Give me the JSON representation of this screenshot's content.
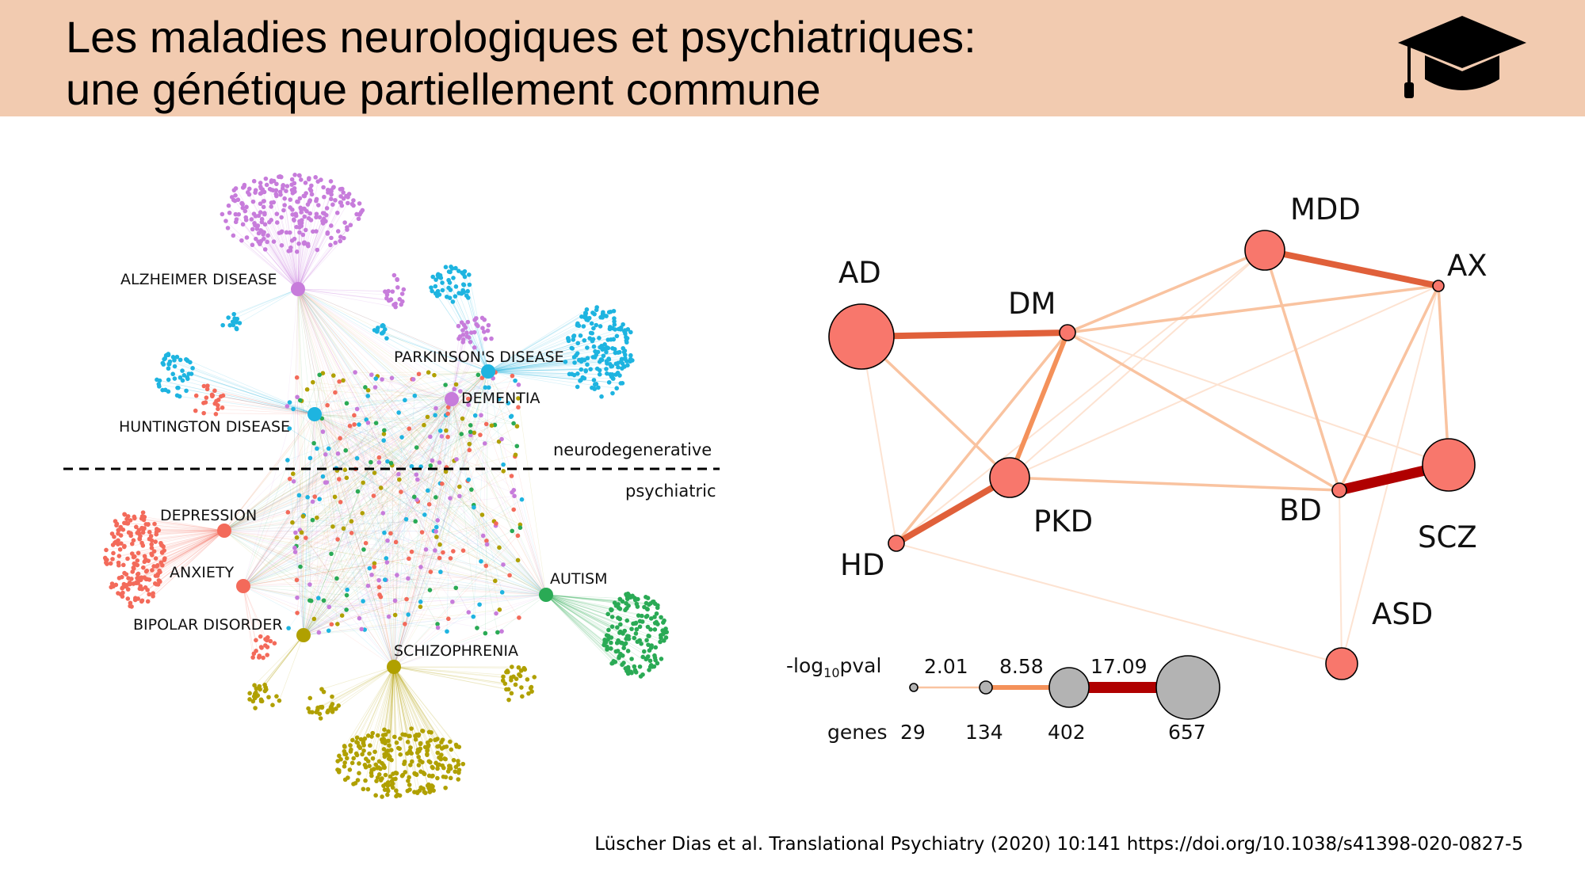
{
  "header": {
    "title_line1": "Les maladies neurologiques et psychiatriques:",
    "title_line2": "une génétique partiellement commune",
    "icon": "graduation-cap-icon",
    "background": "#f2cbb0"
  },
  "left_network": {
    "nodes": [
      {
        "label": "ALZHEIMER DISEASE",
        "color": "#c77cdb"
      },
      {
        "label": "PARKINSON'S DISEASE",
        "color": "#1eb4e0"
      },
      {
        "label": "DEMENTIA",
        "color": "#c77cdb"
      },
      {
        "label": "HUNTINGTON DISEASE",
        "color": "#1eb4e0"
      },
      {
        "label": "DEPRESSION",
        "color": "#f36a5a"
      },
      {
        "label": "ANXIETY",
        "color": "#f36a5a"
      },
      {
        "label": "BIPOLAR DISORDER",
        "color": "#b0a000"
      },
      {
        "label": "SCHIZOPHRENIA",
        "color": "#b0a000"
      },
      {
        "label": "AUTISM",
        "color": "#2aaa55"
      }
    ],
    "divider_upper": "neurodegenerative",
    "divider_lower": "psychiatric"
  },
  "right_network": {
    "nodes": [
      "AD",
      "DM",
      "MDD",
      "AX",
      "PKD",
      "HD",
      "BD",
      "SCZ",
      "ASD"
    ],
    "edges": [
      [
        "AD",
        "DM",
        "strong"
      ],
      [
        "MDD",
        "AX",
        "strong"
      ],
      [
        "BD",
        "SCZ",
        "strongest"
      ],
      [
        "HD",
        "PKD",
        "strong"
      ],
      [
        "DM",
        "PKD",
        "medium"
      ],
      [
        "DM",
        "MDD",
        "weak"
      ],
      [
        "AD",
        "PKD",
        "weak"
      ],
      [
        "DM",
        "BD",
        "weak"
      ],
      [
        "PKD",
        "BD",
        "weak"
      ],
      [
        "MDD",
        "BD",
        "weak"
      ],
      [
        "AX",
        "BD",
        "weak"
      ],
      [
        "AX",
        "SCZ",
        "weak"
      ],
      [
        "DM",
        "HD",
        "weak"
      ],
      [
        "DM",
        "AX",
        "weak"
      ],
      [
        "AD",
        "HD",
        "faint"
      ],
      [
        "DM",
        "SCZ",
        "faint"
      ],
      [
        "HD",
        "MDD",
        "faint"
      ],
      [
        "PKD",
        "MDD",
        "faint"
      ],
      [
        "HD",
        "ASD",
        "faint"
      ],
      [
        "BD",
        "ASD",
        "faint"
      ],
      [
        "AX",
        "ASD",
        "faint"
      ],
      [
        "PKD",
        "AX",
        "faint"
      ]
    ],
    "node_color": "#f8776c",
    "edge_colors": {
      "strongest": "#b00000",
      "strong": "#e0603a",
      "medium": "#f4915a",
      "weak": "#f9c3a0",
      "faint": "#fde3d2"
    }
  },
  "legend": {
    "pval_label": "-log",
    "pval_sub": "10",
    "pval_suffix": "pval",
    "pvals": [
      "2.01",
      "8.58",
      "17.09"
    ],
    "genes_label": "genes",
    "genes": [
      "29",
      "134",
      "402",
      "657"
    ]
  },
  "citation": "Lüscher Dias et al. Translational Psychiatry (2020) 10:141 https://doi.org/10.1038/s41398-020-0827-5"
}
